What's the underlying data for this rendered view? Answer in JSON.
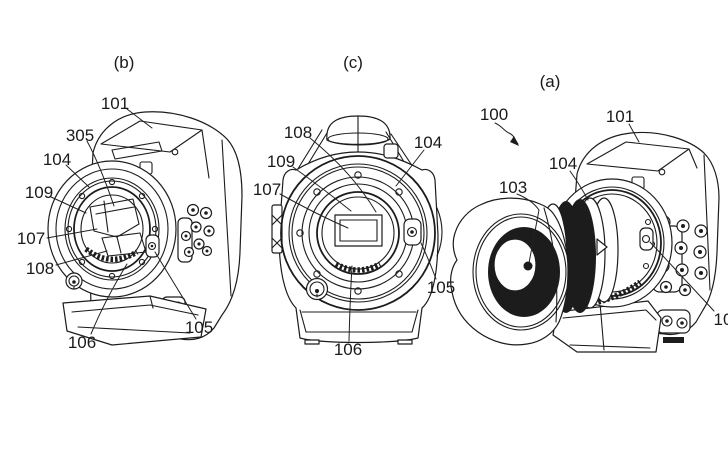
{
  "figure": {
    "type": "patent-line-drawing",
    "description": "Three line-art views of a digital cinema camera: (b) perspective with lens mount exposed, (c) front view of mount and image sensor, (a) perspective with lens and petal hood attached",
    "background": "#ffffff",
    "ink": "#1c1c1c",
    "views": {
      "b": {
        "caption": "(b)",
        "labels": {
          "n101": "101",
          "n305": "305",
          "n104": "104",
          "n109": "109",
          "n107": "107",
          "n108": "108",
          "n106": "106",
          "n105": "105"
        }
      },
      "c": {
        "caption": "(c)",
        "labels": {
          "n108": "108",
          "n109": "109",
          "n107": "107",
          "n104": "104",
          "n105": "105",
          "n106": "106"
        }
      },
      "a": {
        "caption": "(a)",
        "labels": {
          "n100": "100",
          "n101": "101",
          "n104": "104",
          "n103": "103",
          "n10x_partial": "10"
        }
      }
    }
  }
}
